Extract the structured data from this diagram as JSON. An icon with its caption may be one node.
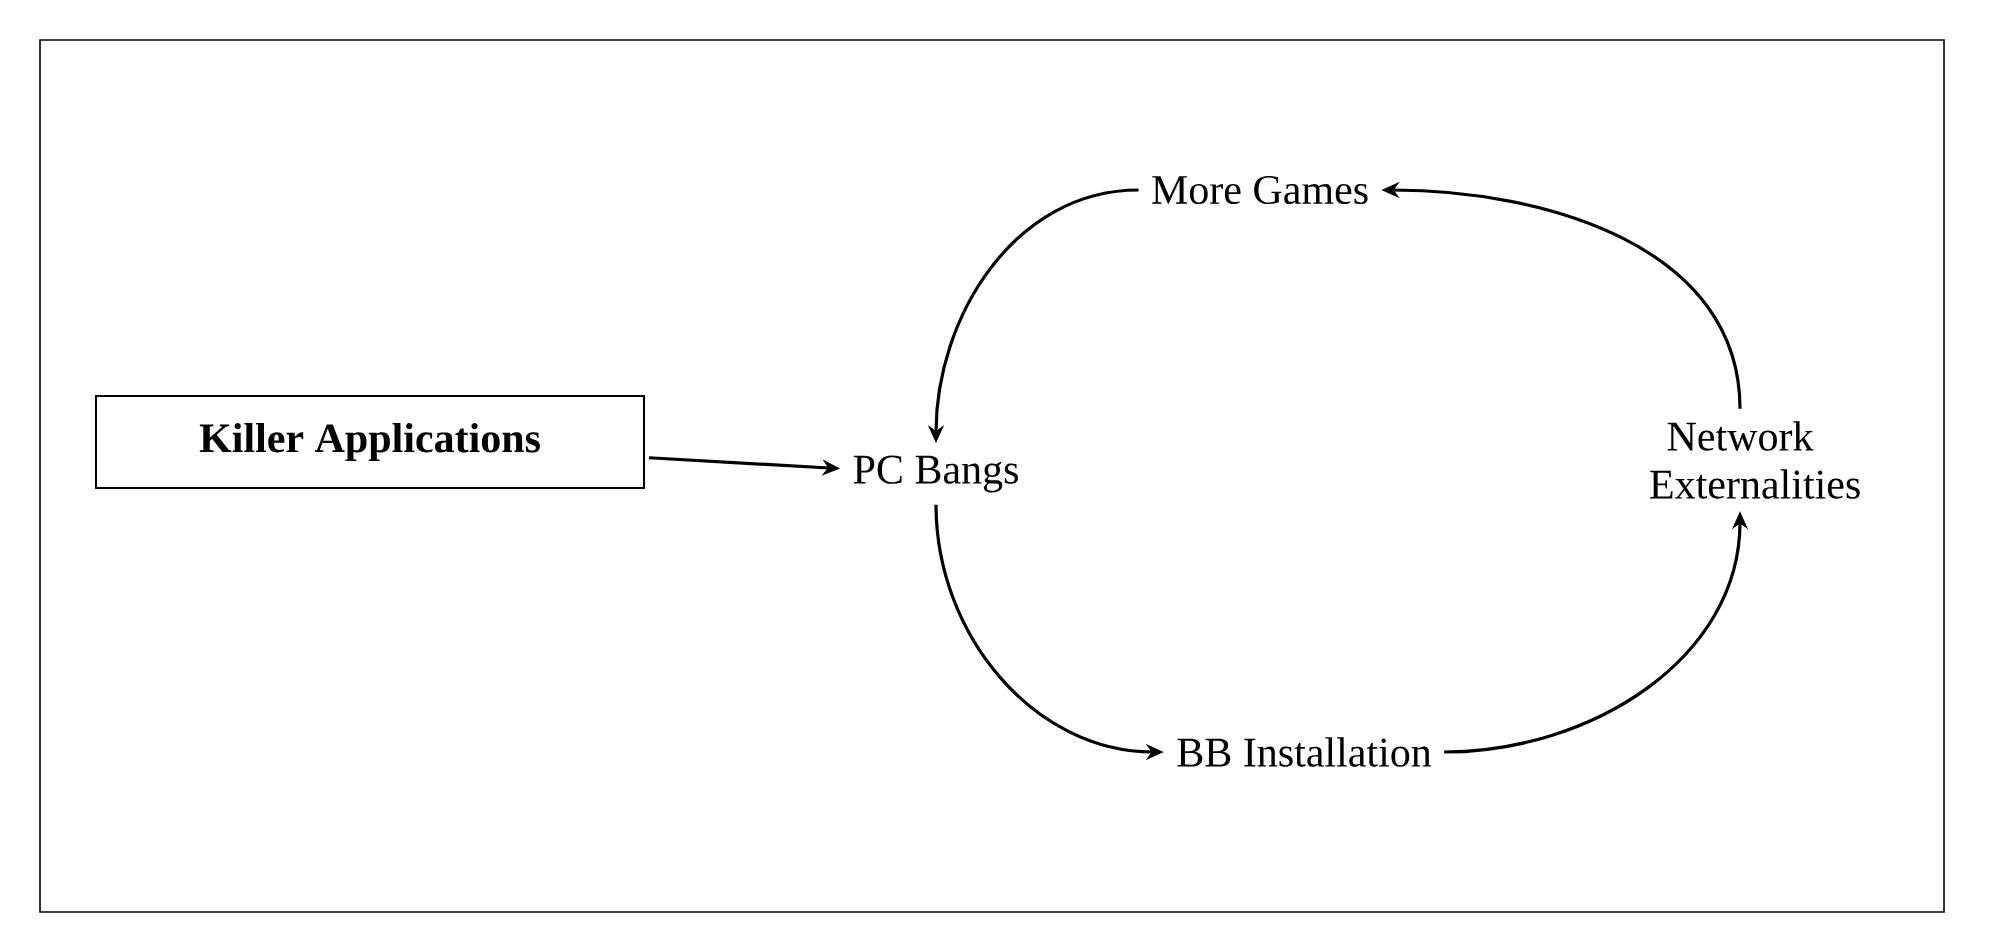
{
  "diagram": {
    "nodes": [
      {
        "text": [
          "Killer Applications"
        ]
      },
      {
        "text": [
          "PC Bangs"
        ]
      },
      {
        "text": [
          "BB Installation"
        ]
      },
      {
        "text": [
          "Network Externalities"
        ]
      },
      {
        "text": [
          "More Games"
        ]
      }
    ],
    "edges": [
      {
        "from": 0,
        "to": 1,
        "arrow": "to"
      },
      {
        "from": 4,
        "to": 1,
        "arrow": "to"
      },
      {
        "from": 1,
        "to": 2,
        "arrow": "to"
      },
      {
        "from": 2,
        "to": 3,
        "arrow": "to"
      },
      {
        "from": 3,
        "to": 4,
        "arrow": "to"
      }
    ]
  }
}
